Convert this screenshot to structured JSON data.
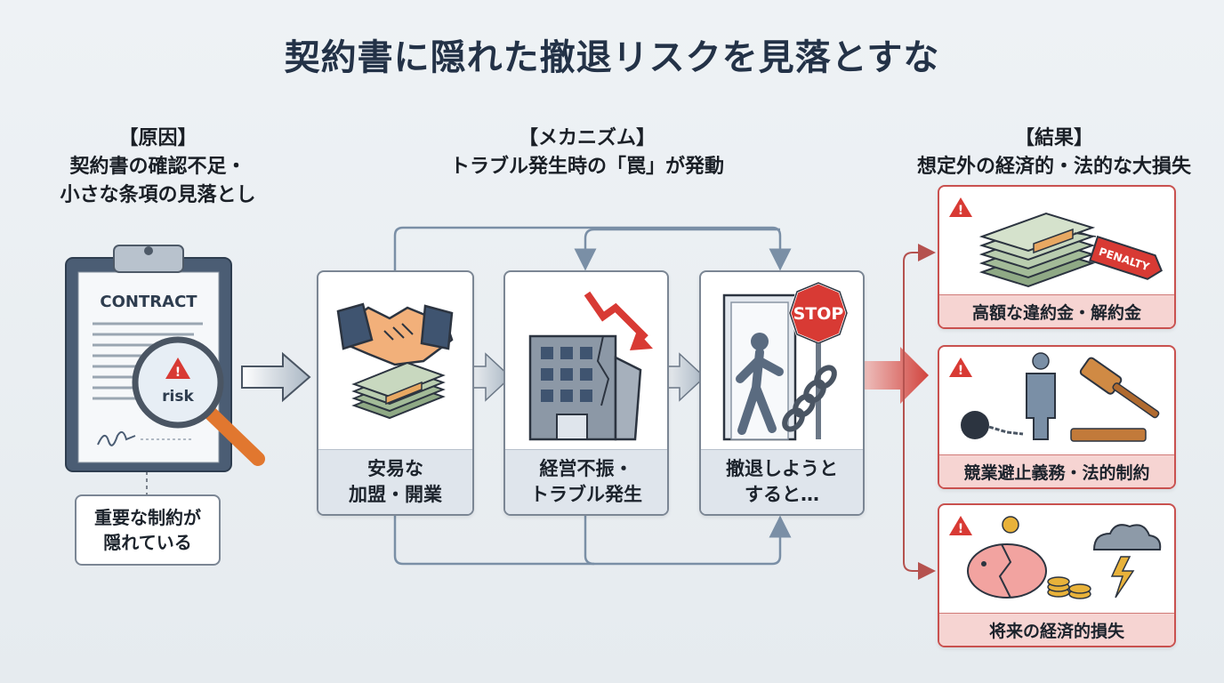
{
  "title": "契約書に隠れた撤退リスクを見落とすな",
  "cause": {
    "heading": "【原因】",
    "line1": "契約書の確認不足・",
    "line2": "小さな条項の見落とし",
    "document_label": "CONTRACT",
    "risk_label": "risk",
    "callout_line1": "重要な制約が",
    "callout_line2": "隠れている"
  },
  "mechanism": {
    "heading": "【メカニズム】",
    "subheading": "トラブル発生時の「罠」が発動",
    "steps": [
      {
        "line1": "安易な",
        "line2": "加盟・開業"
      },
      {
        "line1": "経営不振・",
        "line2": "トラブル発生"
      },
      {
        "line1": "撤退しようと",
        "line2": "すると…"
      }
    ],
    "stop_sign": "STOP"
  },
  "result": {
    "heading": "【結果】",
    "subheading": "想定外の経済的・法的な大損失",
    "items": [
      {
        "label": "高額な違約金・解約金",
        "tag": "PENALTY"
      },
      {
        "label": "競業避止義務・法的制約"
      },
      {
        "label": "将来の経済的損失"
      }
    ]
  },
  "colors": {
    "accent_red": "#c9514f",
    "panel_border": "#7b8694",
    "flow_blue": "#7a8fa6",
    "warning": "#d83a34"
  }
}
